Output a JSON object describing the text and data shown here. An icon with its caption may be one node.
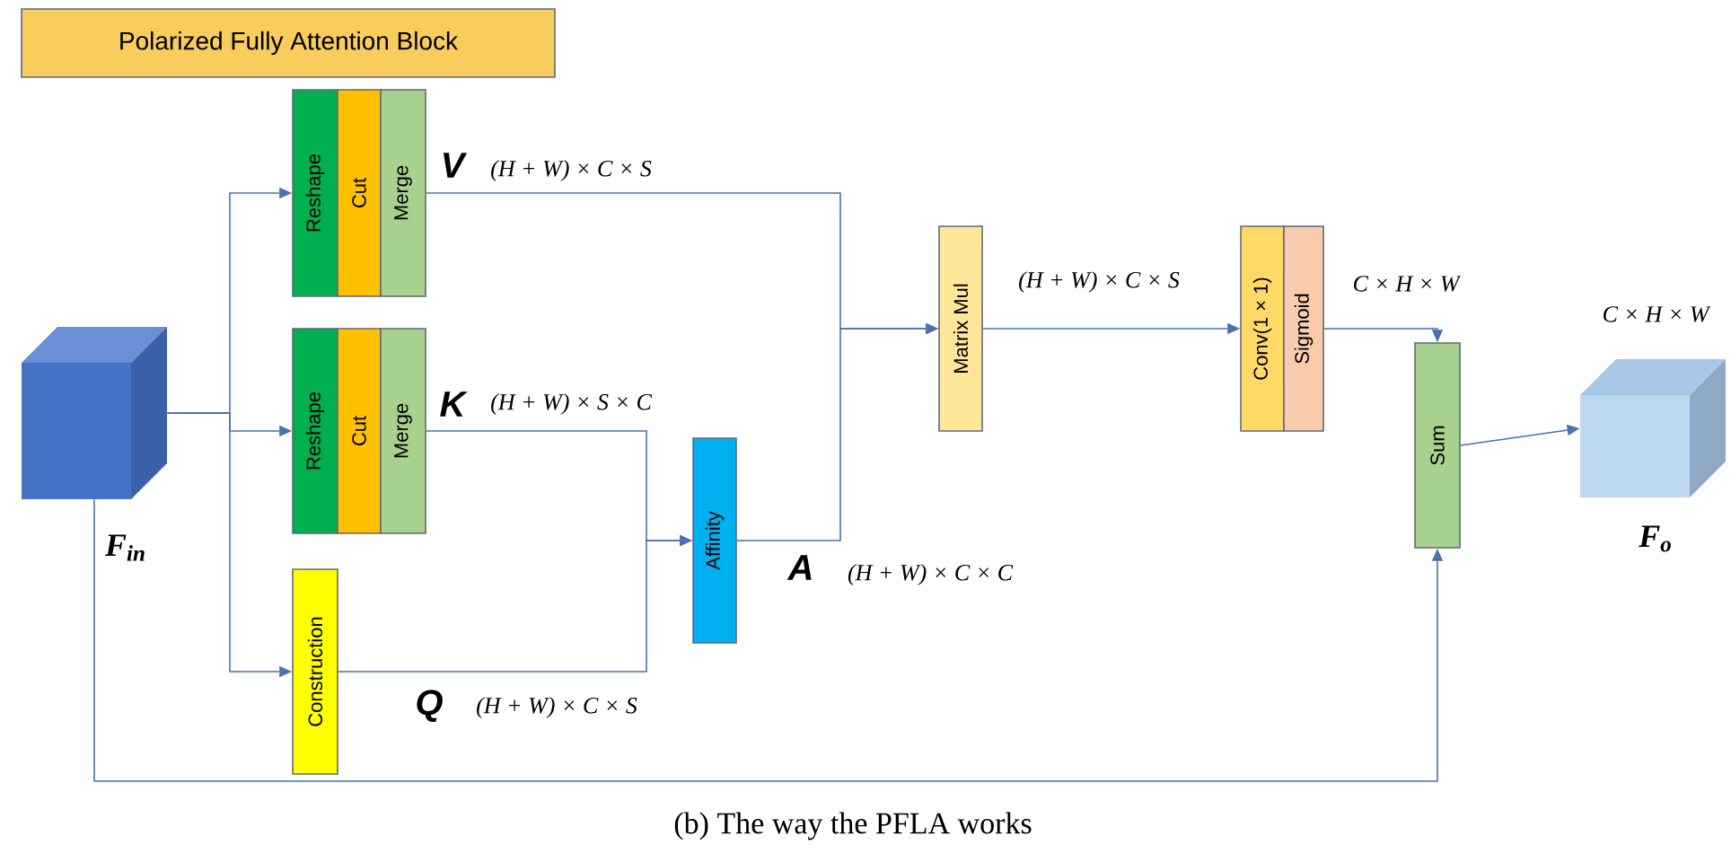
{
  "diagram": {
    "caption": "(b) The way the PFLA works",
    "nodes": [
      {
        "text": [
          "Polarized Fully Attention Block"
        ]
      },
      {
        "text": [],
        "shape": "box",
        "beside": [
          "F$_{in}$"
        ]
      },
      {
        "text": [
          "Reshape"
        ]
      },
      {
        "text": [
          "Cut"
        ]
      },
      {
        "text": [
          "Merge"
        ]
      },
      {
        "text": [
          "Reshape"
        ]
      },
      {
        "text": [
          "Cut"
        ]
      },
      {
        "text": [
          "Merge"
        ]
      },
      {
        "text": [
          "Construction"
        ]
      },
      {
        "text": [
          "Affinity"
        ]
      },
      {
        "text": [
          "Matrix Mul"
        ]
      },
      {
        "text": [
          "Conv(1 × 1)"
        ]
      },
      {
        "text": [
          "Sigmoid"
        ]
      },
      {
        "text": [
          "Sum"
        ]
      },
      {
        "text": [],
        "shape": "box",
        "beside": [
          "C × H × W",
          "F$_{o}$"
        ]
      }
    ],
    "edges": [
      {
        "from": 1,
        "to": 2,
        "arrow": "to"
      },
      {
        "from": 1,
        "to": 5,
        "arrow": "to"
      },
      {
        "from": 1,
        "to": 8,
        "arrow": "to"
      },
      {
        "from": 1,
        "to": 13,
        "arrow": "to"
      },
      {
        "from": 4,
        "to": 10,
        "arrow": "to"
      },
      {
        "from": 7,
        "to": 9,
        "arrow": "to"
      },
      {
        "from": 8,
        "to": 9,
        "arrow": "to"
      },
      {
        "from": 9,
        "to": 10,
        "arrow": "to"
      },
      {
        "from": 10,
        "to": 11,
        "arrow": "to"
      },
      {
        "from": 12,
        "to": 13,
        "arrow": "to"
      },
      {
        "from": 13,
        "to": 14,
        "arrow": "to"
      }
    ],
    "labels": [
      "V",
      "(H + W) × C × S",
      "K",
      "(H + W) × S × C",
      "A",
      "(H + W) × C × C",
      "Q",
      "(H + W) × C × S",
      "(H + W) × C × S",
      "C × H × W"
    ]
  }
}
